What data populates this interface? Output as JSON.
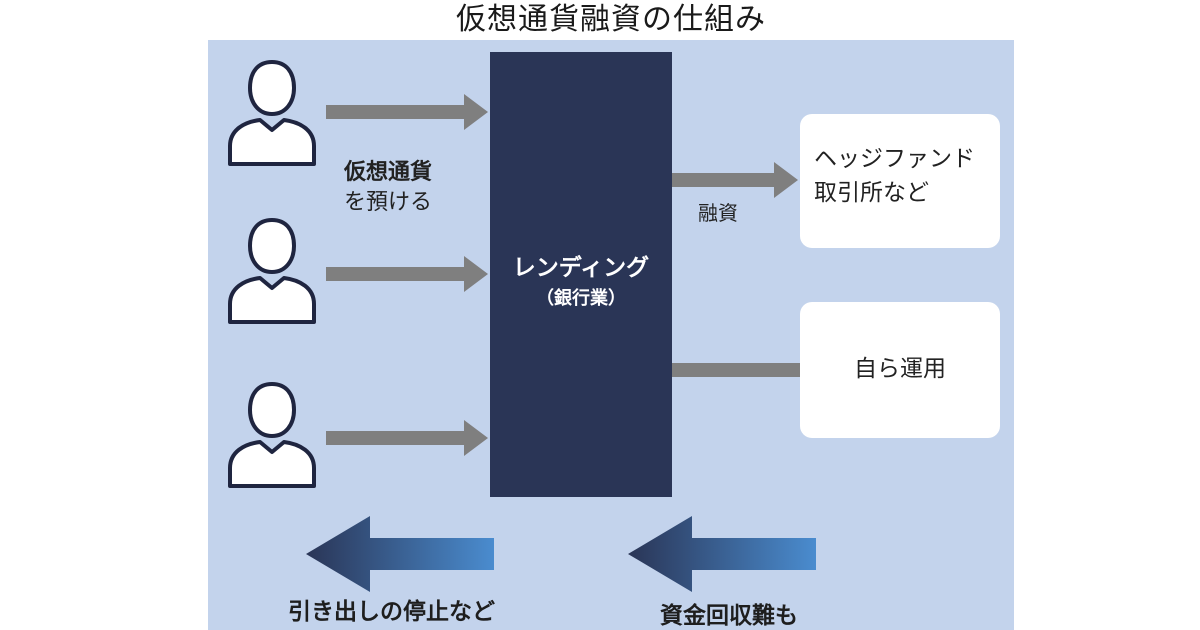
{
  "title": "仮想通貨融資の仕組み",
  "deposit_label": {
    "line1": "仮想通貨",
    "line2": "を預ける"
  },
  "center": {
    "main": "レンディング",
    "sub": "（銀行業）"
  },
  "loan_label": "融資",
  "hedge_box": {
    "line1": "ヘッジファンド",
    "line2": "取引所など"
  },
  "self_box": "自ら運用",
  "bottom": {
    "left": "引き出しの停止など",
    "right": "資金回収難も"
  },
  "colors": {
    "panel": "#c3d3ec",
    "center": "#2a3556",
    "arrow_gray": "#7f7f7f",
    "gradient_start": "#2a3556",
    "gradient_end": "#4a8ccf"
  },
  "icons": [
    "person-icon",
    "arrow-right-icon",
    "arrow-left-icon"
  ]
}
